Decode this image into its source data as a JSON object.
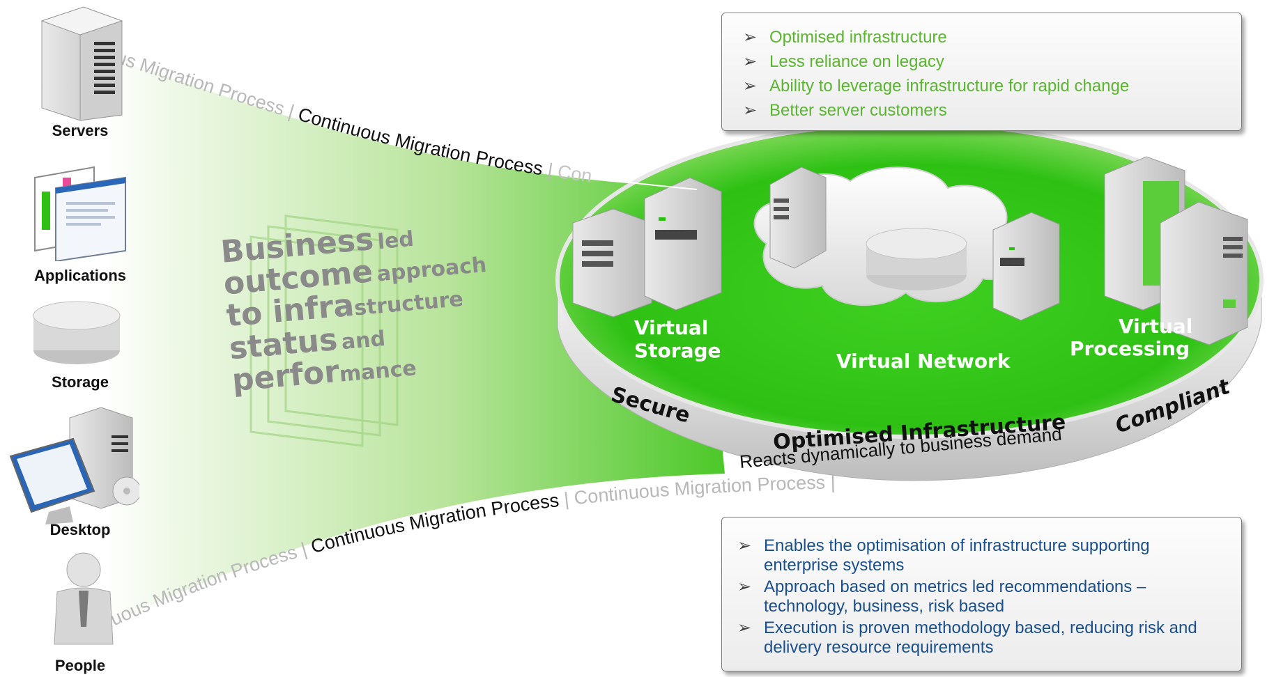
{
  "left_column": {
    "items": [
      {
        "key": "servers",
        "label": "Servers",
        "icon": "server-tower-icon"
      },
      {
        "key": "applications",
        "label": "Applications",
        "icon": "application-windows-icon"
      },
      {
        "key": "storage",
        "label": "Storage",
        "icon": "storage-disk-icon"
      },
      {
        "key": "desktop",
        "label": "Desktop",
        "icon": "desktop-computer-icon"
      },
      {
        "key": "people",
        "label": "People",
        "icon": "person-icon"
      }
    ]
  },
  "migration": {
    "ribbon_top_fade_left": "ous Migration Process",
    "ribbon_top_main": "Continuous Migration Process",
    "ribbon_top_fade_right": "Con",
    "ribbon_bottom_fade_left": "nuous Migration Process",
    "ribbon_bottom_main": "Continuous Migration Process",
    "ribbon_bottom_fade_right": "Continuous Migration Process",
    "separator": "|"
  },
  "center_statement": {
    "line1_big": "Business",
    "line1_small": "led",
    "line2_big": "outcome",
    "line2_small": "approach",
    "line3_big": "to infra",
    "line3_small": "structure",
    "line4_big": "status",
    "line4_small": "and",
    "line5_big": "perfor",
    "line5_small": "mance"
  },
  "platform": {
    "virtual_storage": "Virtual\nStorage",
    "virtual_network": "Virtual Network",
    "virtual_processing": "Virtual\nProcessing",
    "rim_left": "Secure",
    "rim_right": "Compliant",
    "rim_title": "Optimised Infrastructure",
    "rim_subtitle": "Reacts dynamically to business demand"
  },
  "top_callout": {
    "items": [
      "Optimised infrastructure",
      "Less reliance on legacy",
      "Ability to leverage infrastructure for rapid change",
      "Better server customers"
    ]
  },
  "bottom_callout": {
    "items": [
      "Enables the optimisation of infrastructure supporting enterprise systems",
      "Approach based on metrics led recommendations – technology, business, risk based",
      "Execution is proven methodology based, reducing risk and delivery resource requirements"
    ]
  },
  "colors": {
    "green_bright": "#33c21a",
    "green_dark": "#29a414",
    "green_fade": "#bfe6a9",
    "blue_text": "#1a4f8d",
    "green_text": "#5ab52f"
  }
}
